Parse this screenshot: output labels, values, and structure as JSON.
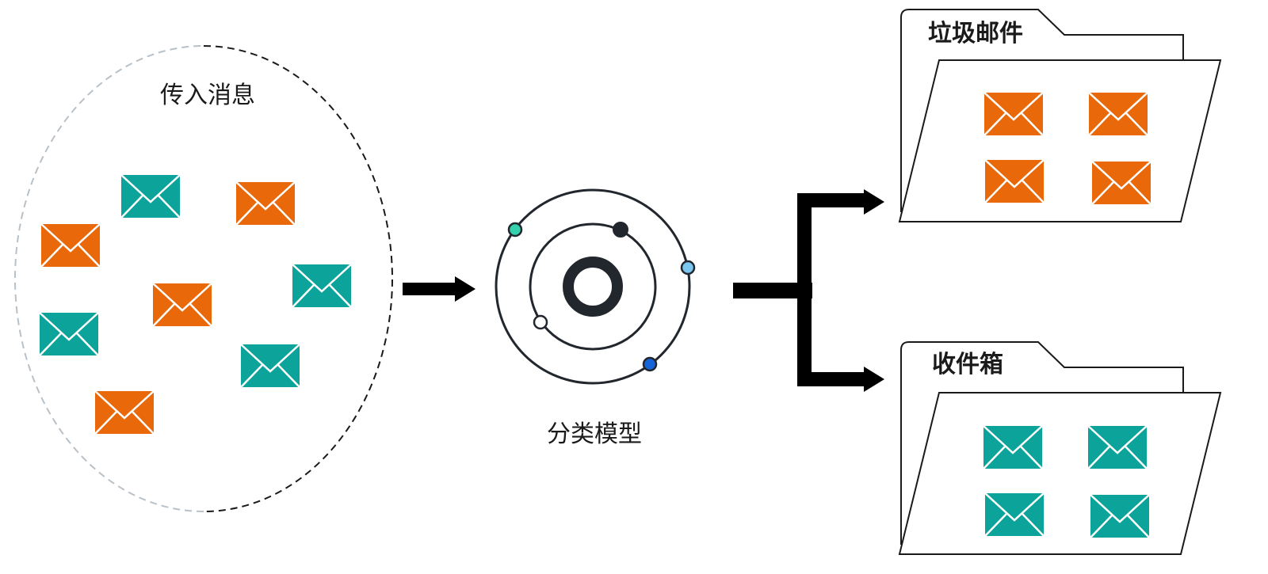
{
  "labels": {
    "incoming": "传入消息",
    "model": "分类模型",
    "spam": "垃圾邮件",
    "inbox": "收件箱"
  },
  "colors": {
    "spam_envelope": "#E8680A",
    "ham_envelope": "#0BA39A",
    "line": "#1a1a1a",
    "node_green": "#35D0AE",
    "node_light_blue": "#7CC7F0",
    "node_blue": "#1565D8",
    "node_dark": "#22272E"
  },
  "icons": {
    "envelope": "envelope-icon",
    "model": "orbit-model-icon",
    "folder": "folder-icon",
    "arrow": "arrow-right-icon"
  }
}
